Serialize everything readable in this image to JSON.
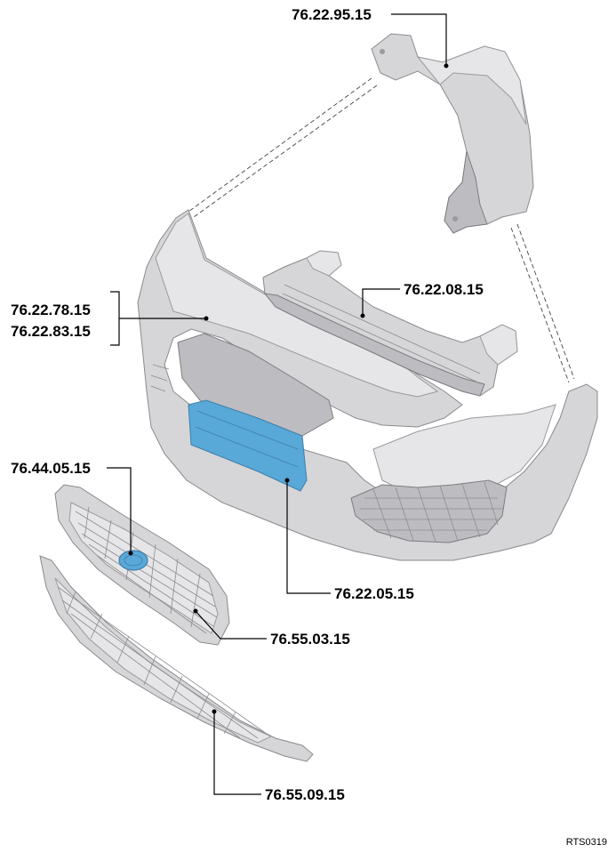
{
  "labels": {
    "fender_support": "76.22.95.15",
    "bumper_beam": "76.22.08.15",
    "bumper_cover_1": "76.22.78.15",
    "bumper_cover_2": "76.22.83.15",
    "emblem": "76.44.05.15",
    "license_plate_bracket": "76.22.05.15",
    "upper_grille": "76.55.03.15",
    "lower_grille": "76.55.09.15"
  },
  "figure_ref": "RTS0319",
  "colors": {
    "highlight": "#58a8d8",
    "part_fill": "#d6d6d8",
    "line": "#000000"
  }
}
